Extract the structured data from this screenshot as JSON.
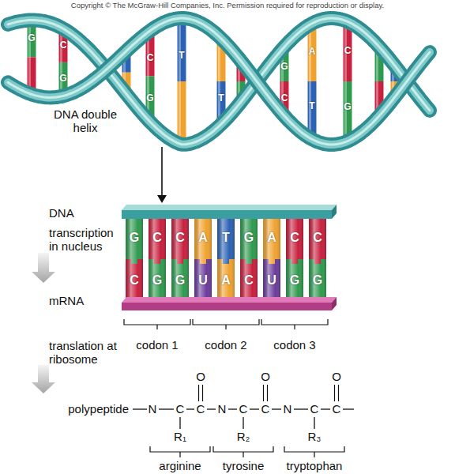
{
  "diagram": {
    "labels": [
      "Copyright © The McGraw-Hill Companies, Inc. Permission required for reproduction or display.",
      "G",
      "C",
      "G",
      "C",
      "G",
      "T",
      "T",
      "G",
      "C",
      "A",
      "T",
      "C",
      "G",
      "DNA double helix",
      "DNA",
      "transcription in nucleus",
      "mRNA",
      "translation at ribosome",
      "G",
      "C",
      "C",
      "A",
      "T",
      "G",
      "A",
      "C",
      "C",
      "C",
      "G",
      "G",
      "U",
      "A",
      "C",
      "U",
      "G",
      "G",
      "codon 1",
      "codon 2",
      "codon 3",
      "polypeptide",
      "N",
      "C",
      "C",
      "N",
      "C",
      "C",
      "N",
      "C",
      "C",
      "O",
      "O",
      "O",
      "R₁",
      "R₂",
      "R₃",
      "arginine",
      "tyrosine",
      "tryptophan"
    ]
  }
}
